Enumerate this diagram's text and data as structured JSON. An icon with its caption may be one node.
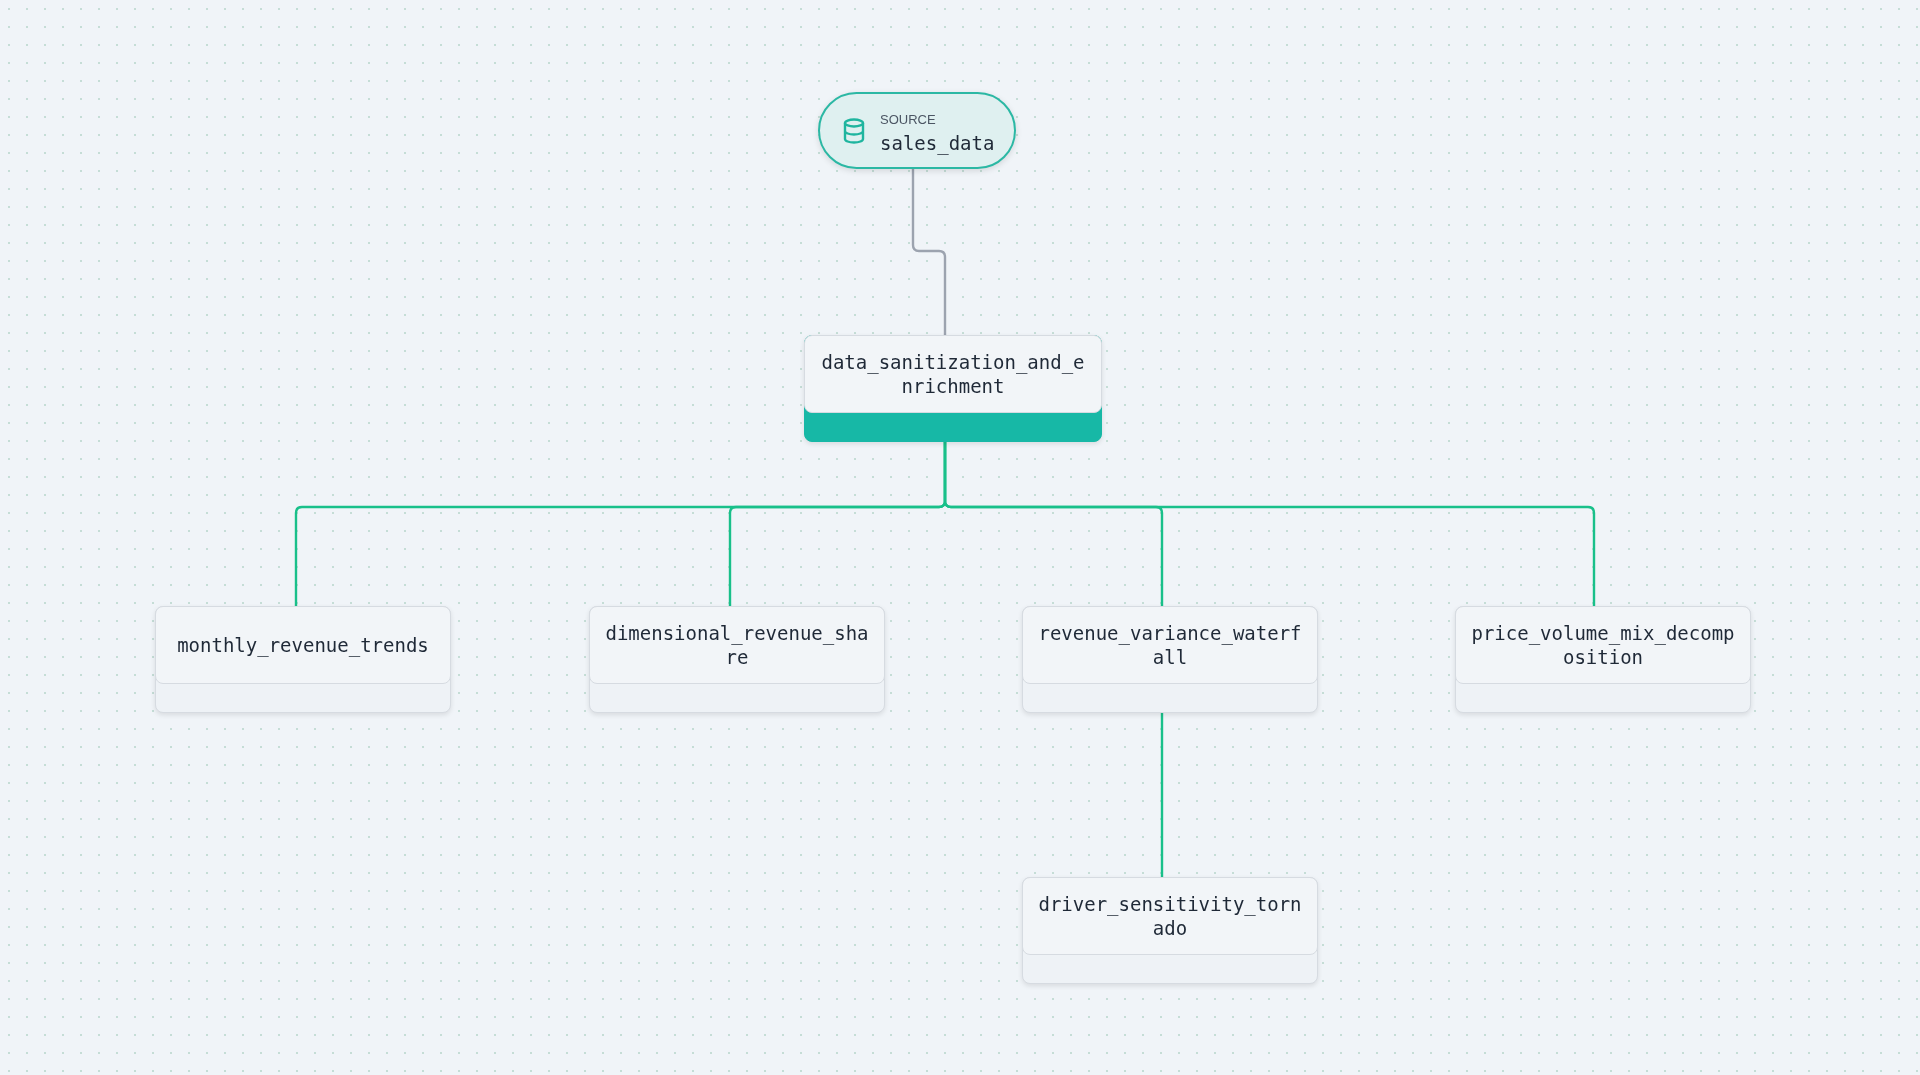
{
  "diagram": {
    "nodes": [
      {
        "text": [
          "SOURCE",
          "sales_data"
        ]
      },
      {
        "text": [
          "data_sanitization_and_enrichment"
        ]
      },
      {
        "text": [
          "monthly_revenue_trends"
        ]
      },
      {
        "text": [
          "dimensional_revenue_share"
        ]
      },
      {
        "text": [
          "revenue_variance_waterfall"
        ]
      },
      {
        "text": [
          "price_volume_mix_decomposition"
        ]
      },
      {
        "text": [
          "driver_sensitivity_tornado"
        ]
      }
    ],
    "edges": [
      {
        "from": 0,
        "to": 1,
        "arrow": "none",
        "color": "#9ca3af"
      },
      {
        "from": 1,
        "to": 2,
        "arrow": "none"
      },
      {
        "from": 1,
        "to": 3,
        "arrow": "none"
      },
      {
        "from": 1,
        "to": 4,
        "arrow": "none"
      },
      {
        "from": 1,
        "to": 5,
        "arrow": "none"
      },
      {
        "from": 4,
        "to": 6,
        "arrow": "none"
      }
    ]
  }
}
